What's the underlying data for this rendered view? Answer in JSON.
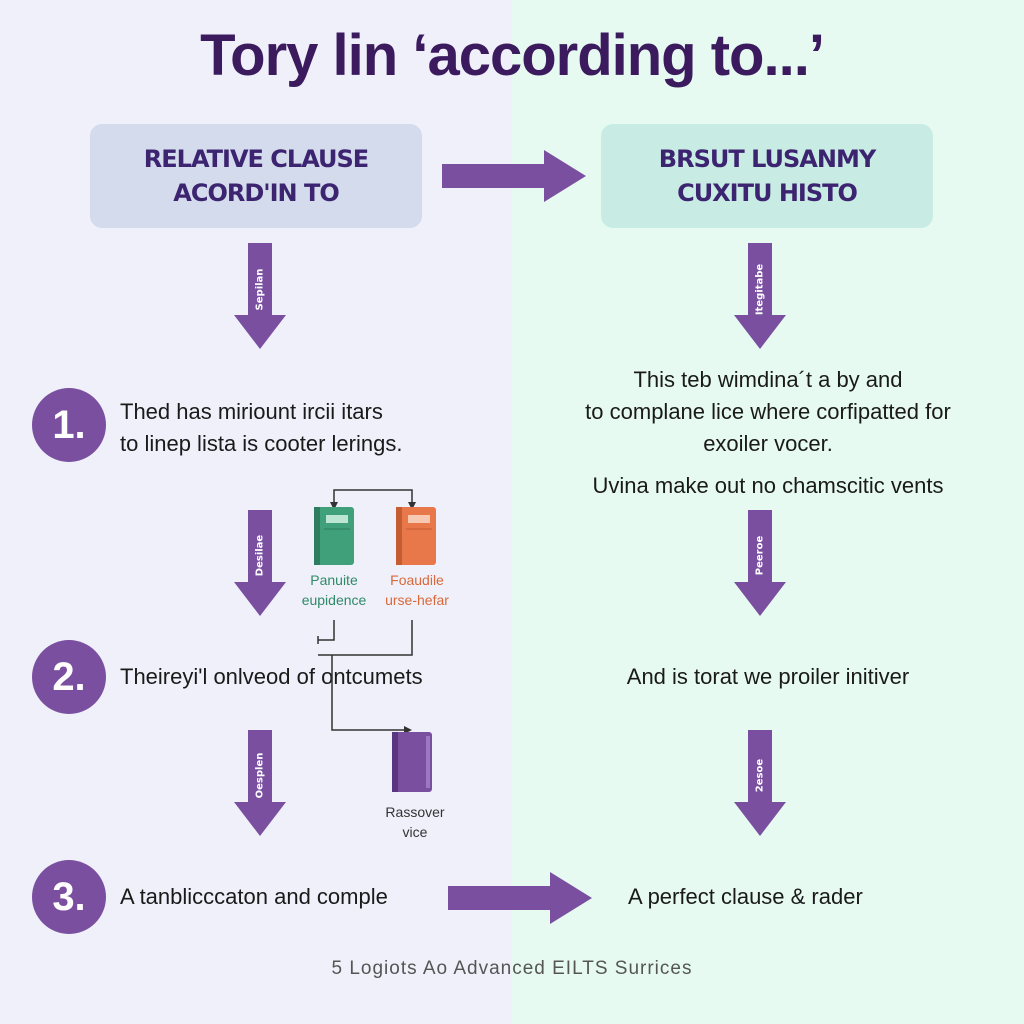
{
  "title": "Tory lin ‘according to...’",
  "left_box": {
    "line1": "RELATIVE CLAUSE",
    "line2": "ACORD'IN TO"
  },
  "right_box": {
    "line1": "BRSUT LUSANMY",
    "line2": "CUXITU HISTO"
  },
  "arrow_labels": {
    "left_1": "Sepilan",
    "right_1": "Itegitabe",
    "left_2": "Desilae",
    "right_2": "Peeroe",
    "left_3": "Oesplen",
    "right_3": "2esoe"
  },
  "steps": [
    {
      "number": "1.",
      "left_line1": "Thed has miriount ircii itars",
      "left_line2": "to linep lista is cooter lerings."
    },
    {
      "number": "2.",
      "left_line1": "Theireyi'l onlveod of ontcumets"
    },
    {
      "number": "3.",
      "left_line1": "A tanblicccaton and comple"
    }
  ],
  "right_texts": {
    "block1_line1": "This teb wimdina´t a by and",
    "block1_line2": "to complane lice where corfipatted for",
    "block1_line3": "exoiler vocer.",
    "block2": "Uvina make out no chamscitic vents",
    "block3": "And is torat we proiler initiver",
    "block4": "A perfect clause & rader"
  },
  "books": [
    {
      "name": "green",
      "caption1": "Panuite",
      "caption2": "eupidence",
      "color": "#3fa07a"
    },
    {
      "name": "orange",
      "caption1": "Foaudile",
      "caption2": "urse-hefar",
      "color": "#e8784a"
    },
    {
      "name": "purple",
      "caption1": "Rassover",
      "caption2": "vice",
      "color": "#7a4fa0"
    }
  ],
  "footer": "5 Logiots Ao Advanced EILTS Surrices",
  "colors": {
    "accent": "#7a4fa0",
    "title": "#3b1a5e"
  }
}
